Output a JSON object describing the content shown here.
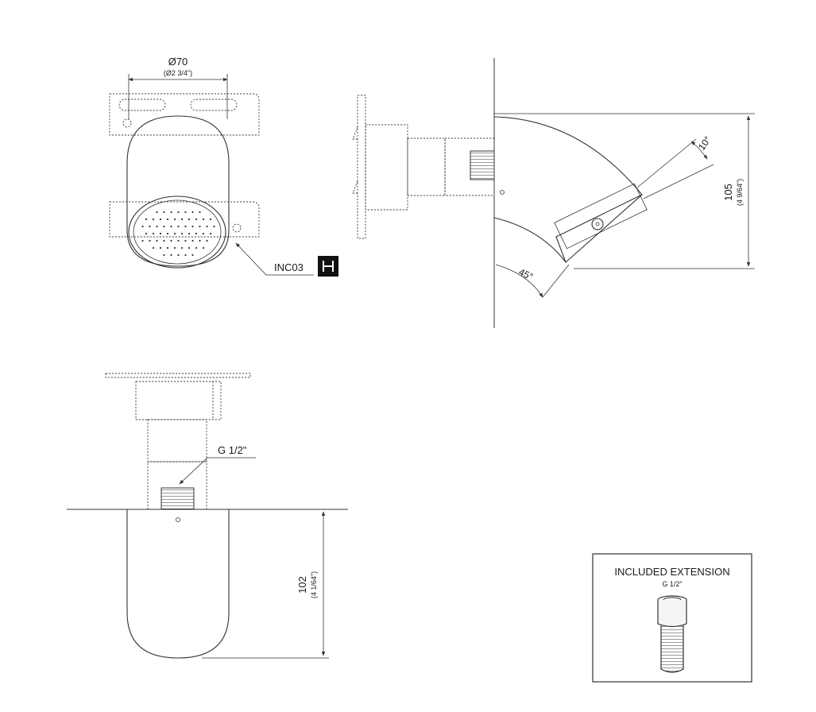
{
  "top_view": {
    "diameter_mm": "Ø70",
    "diameter_in": "(Ø2 3/4\")",
    "callout_label": "INC03"
  },
  "side_view": {
    "angle_spray": "10°",
    "angle_tilt": "45°",
    "height_mm": "105",
    "height_in": "(4 9/64\")"
  },
  "front_view": {
    "thread_label": "G 1/2\"",
    "depth_mm": "102",
    "depth_in": "(4 1/64\")"
  },
  "extension_box": {
    "title": "INCLUDED EXTENSION",
    "thread": "G 1/2\""
  }
}
